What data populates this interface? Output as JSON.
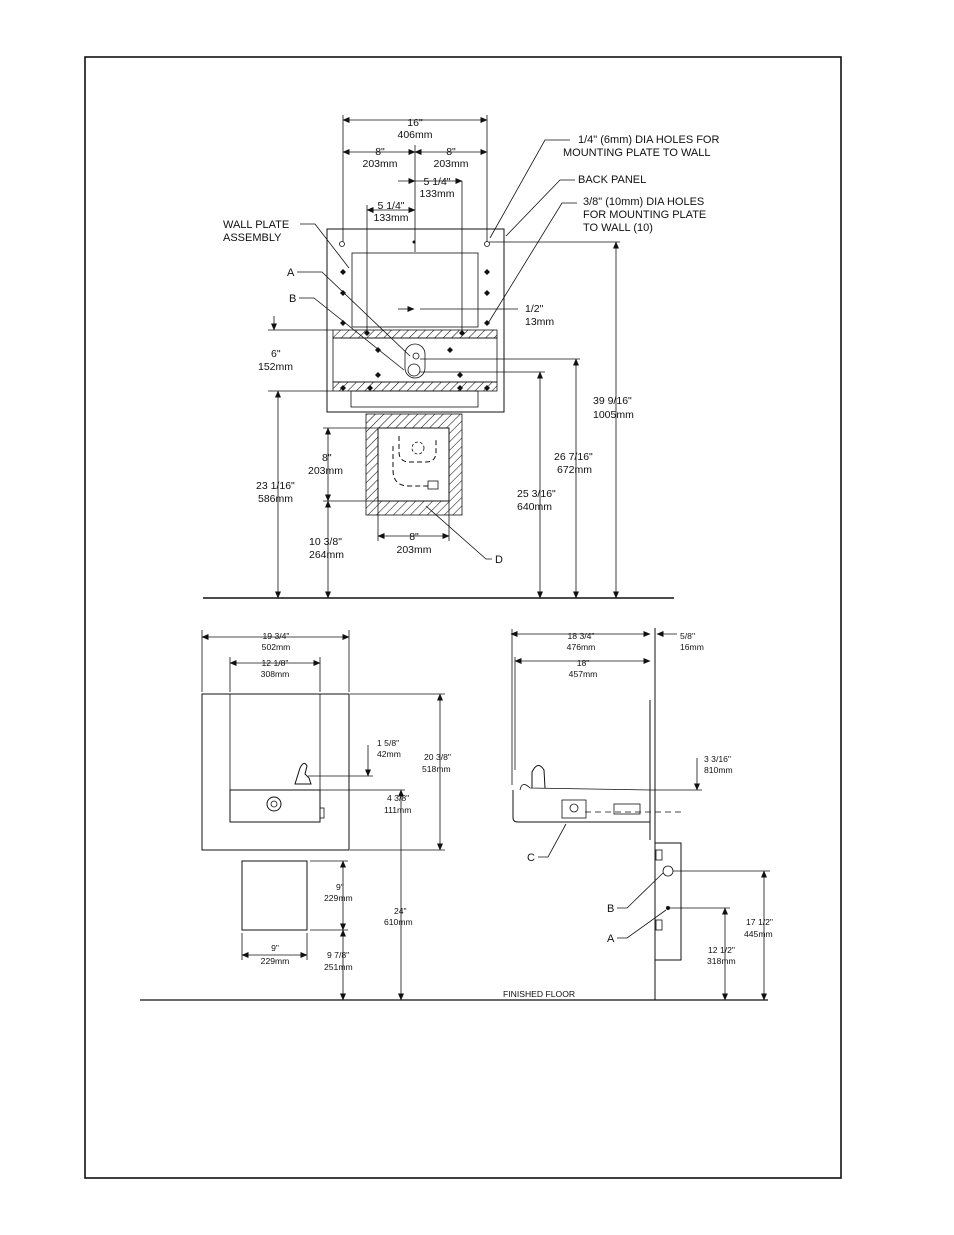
{
  "front_view": {
    "dim_16": [
      "16\"",
      "406mm"
    ],
    "dim_8_left": [
      "8\"",
      "203mm"
    ],
    "dim_8_right": [
      "8\"",
      "203mm"
    ],
    "dim_5_1_4_right": [
      "5 1/4\"",
      "133mm"
    ],
    "dim_5_1_4_left": [
      "5 1/4\"",
      "133mm"
    ],
    "dim_1_2": [
      "1/2\"",
      "13mm"
    ],
    "dim_6": [
      "6\"",
      "152mm"
    ],
    "dim_8_vert": [
      "8\"",
      "203mm"
    ],
    "dim_23": [
      "23 1/16\"",
      "586mm"
    ],
    "dim_10": [
      "10 3/8\"",
      "264mm"
    ],
    "dim_8_bottom": [
      "8\"",
      "203mm"
    ],
    "dim_25": [
      "25 3/16\"",
      "640mm"
    ],
    "dim_26": [
      "26 7/16\"",
      "672mm"
    ],
    "dim_39": [
      "39 9/16\"",
      "1005mm"
    ],
    "callout_holes_quarter": [
      "1/4\" (6mm) DIA HOLES FOR",
      "MOUNTING PLATE TO WALL"
    ],
    "callout_back_panel": "BACK PANEL",
    "callout_holes_3_8": [
      "3/8\" (10mm) DIA HOLES",
      "FOR MOUNTING PLATE",
      "TO WALL (10)"
    ],
    "callout_wall_plate": [
      "WALL PLATE",
      "ASSEMBLY"
    ],
    "label_a": "A",
    "label_b": "B",
    "label_d": "D"
  },
  "elevation_view": {
    "dim_19": [
      "19 3/4\"",
      "502mm"
    ],
    "dim_12": [
      "12 1/8\"",
      "308mm"
    ],
    "dim_1_5_8": [
      "1 5/8\"",
      "42mm"
    ],
    "dim_20": [
      "20 3/8\"",
      "518mm"
    ],
    "dim_4_3_8": [
      "4 3/8\"",
      "111mm"
    ],
    "dim_9_vert": [
      "9\"",
      "229mm"
    ],
    "dim_24": [
      "24\"",
      "610mm"
    ],
    "dim_9_horiz": [
      "9\"",
      "229mm"
    ],
    "dim_9_7_8": [
      "9 7/8\"",
      "251mm"
    ]
  },
  "side_view": {
    "dim_18_3_4": [
      "18 3/4\"",
      "476mm"
    ],
    "dim_5_8": [
      "5/8\"",
      "16mm"
    ],
    "dim_18": [
      "18\"",
      "457mm"
    ],
    "dim_3_3_16": [
      "3 3/16\"",
      "810mm"
    ],
    "dim_17": [
      "17 1/2\"",
      "445mm"
    ],
    "dim_12_1_2": [
      "12 1/2\"",
      "318mm"
    ],
    "label_c": "C",
    "label_b": "B",
    "label_a": "A"
  },
  "floor_label": "FINISHED FLOOR"
}
